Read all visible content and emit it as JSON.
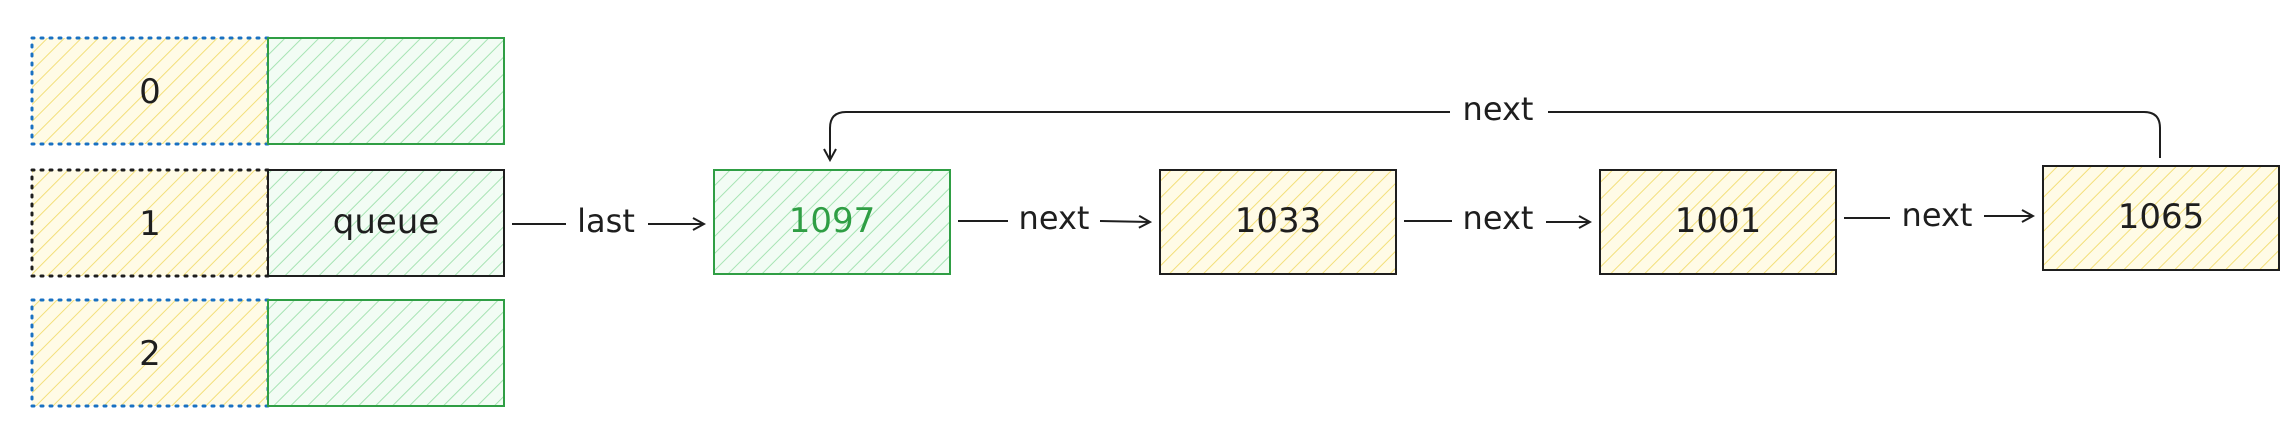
{
  "array": {
    "indices": [
      "0",
      "1",
      "2"
    ],
    "cells": [
      "",
      "queue",
      ""
    ]
  },
  "nodes": [
    "1097",
    "1033",
    "1001",
    "1065"
  ],
  "edges": {
    "last": "last",
    "next1": "next",
    "next2": "next",
    "next3": "next",
    "loop": "next"
  },
  "colors": {
    "yellow_fill": "#fff3bf",
    "yellow_hatch": "#f4e07a",
    "green_fill": "#ebfbee",
    "green_hatch": "#9fe0ad",
    "green_stroke": "#2f9e44",
    "blue_dotted": "#1971c2",
    "dark": "#1e1e1e"
  }
}
